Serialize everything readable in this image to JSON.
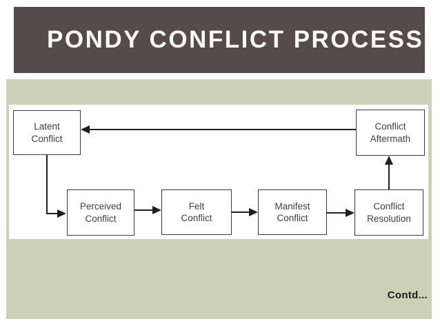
{
  "slide": {
    "title": "PONDY CONFLICT PROCESS",
    "contd_label": "Contd...",
    "colors": {
      "header_bg": "#564b4b",
      "header_text": "#fbfbfa",
      "content_bg": "#ccd0b5",
      "panel_bg": "#fefefe",
      "box_border": "#383838",
      "box_text": "#3d3d42",
      "connector": "#1f1f1f",
      "page_bg": "#ffffff"
    }
  },
  "diagram": {
    "type": "flowchart",
    "boxes": [
      {
        "id": "latent-conflict",
        "label": "Latent\nConflict"
      },
      {
        "id": "perceived-conflict",
        "label": "Perceived\nConflict"
      },
      {
        "id": "felt-conflict",
        "label": "Felt\nConflict"
      },
      {
        "id": "manifest-conflict",
        "label": "Manifest\nConflict"
      },
      {
        "id": "conflict-resolution",
        "label": "Conflict\nResolution"
      },
      {
        "id": "conflict-aftermath",
        "label": "Conflict\nAftermath"
      }
    ],
    "edges": [
      {
        "from": "latent-conflict",
        "to": "perceived-conflict"
      },
      {
        "from": "perceived-conflict",
        "to": "felt-conflict"
      },
      {
        "from": "felt-conflict",
        "to": "manifest-conflict"
      },
      {
        "from": "manifest-conflict",
        "to": "conflict-resolution"
      },
      {
        "from": "conflict-resolution",
        "to": "conflict-aftermath"
      },
      {
        "from": "conflict-aftermath",
        "to": "latent-conflict"
      }
    ]
  }
}
